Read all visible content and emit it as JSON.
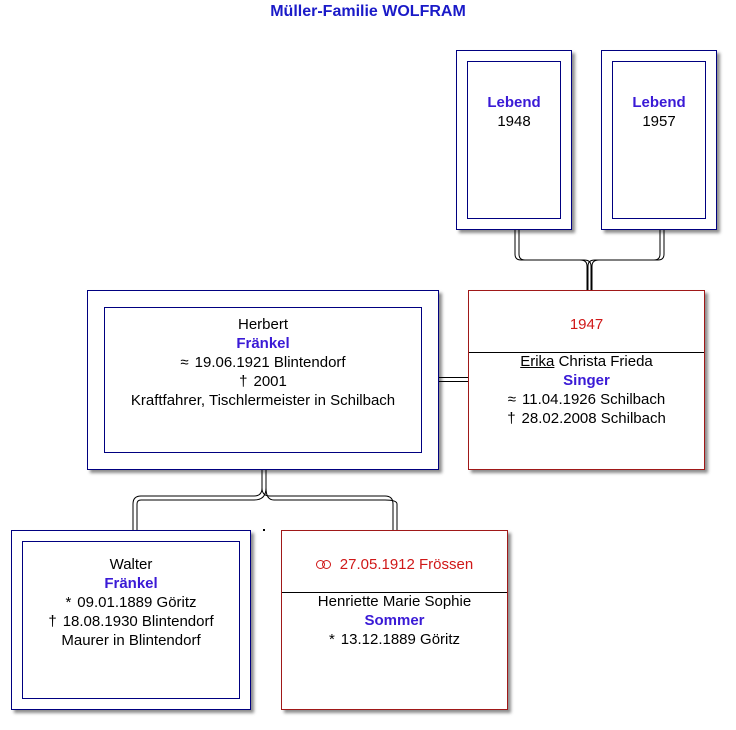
{
  "title": "Müller-Familie WOLFRAM",
  "colors": {
    "title": "#1a1ac8",
    "surname": "#3a1ad6",
    "event_red": "#d01818",
    "male_border": "#000080",
    "female_border": "#a01818"
  },
  "children": [
    {
      "label": "Lebend",
      "year": "1948"
    },
    {
      "label": "Lebend",
      "year": "1957"
    }
  ],
  "father": {
    "given": "Herbert",
    "surname": "Fränkel",
    "baptism_symbol": "≈",
    "baptism": "19.06.1921 Blintendorf",
    "death_symbol": "†",
    "death": "2001",
    "occupation": "Kraftfahrer, Tischlermeister in Schilbach"
  },
  "mother": {
    "marriage_year": "1947",
    "given_first": "Erika",
    "given_rest": " Christa Frieda",
    "surname": "Singer",
    "baptism_symbol": "≈",
    "baptism": "11.04.1926 Schilbach",
    "death_symbol": "†",
    "death": "28.02.2008 Schilbach"
  },
  "grandfather": {
    "given": "Walter",
    "surname": "Fränkel",
    "birth_symbol": "*",
    "birth": "09.01.1889 Göritz",
    "death_symbol": "†",
    "death": "18.08.1930 Blintendorf",
    "occupation": "Maurer in Blintendorf"
  },
  "grandmother": {
    "marriage_icon": "marriage-rings-icon",
    "marriage": "27.05.1912 Frössen",
    "given": "Henriette Marie Sophie",
    "surname": "Sommer",
    "birth_symbol": "*",
    "birth": "13.12.1889 Göritz"
  }
}
